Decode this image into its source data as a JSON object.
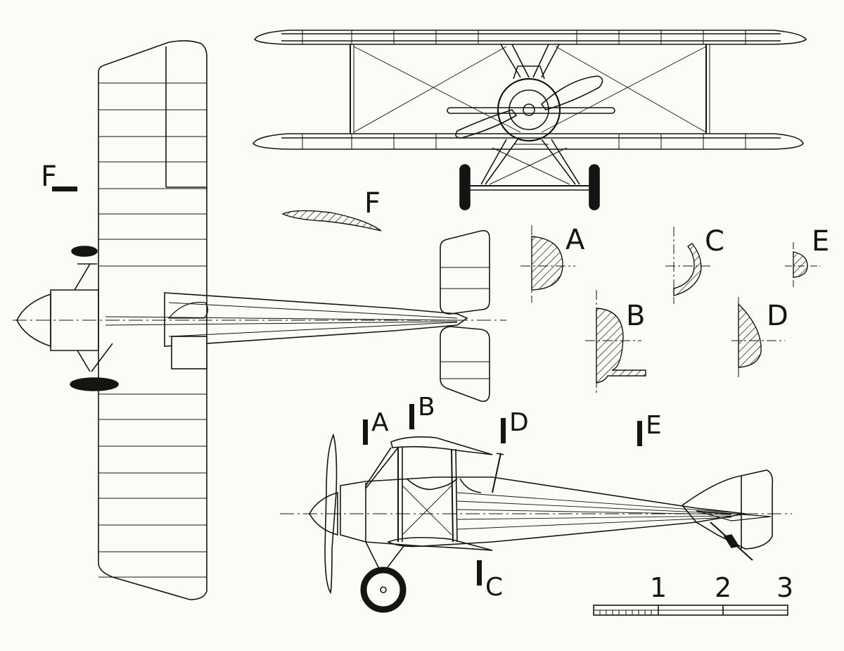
{
  "section_labels": {
    "F_plan": "F",
    "F_profile": "F",
    "A": "A",
    "B": "B",
    "C": "C",
    "D": "D",
    "E": "E"
  },
  "station_marks": {
    "A": "A",
    "B": "B",
    "C": "C",
    "D": "D",
    "E": "E"
  },
  "scale": {
    "ticks": [
      "1",
      "2",
      "3"
    ]
  },
  "colors": {
    "ink": "#141414",
    "paper": "#fbfbf8"
  }
}
